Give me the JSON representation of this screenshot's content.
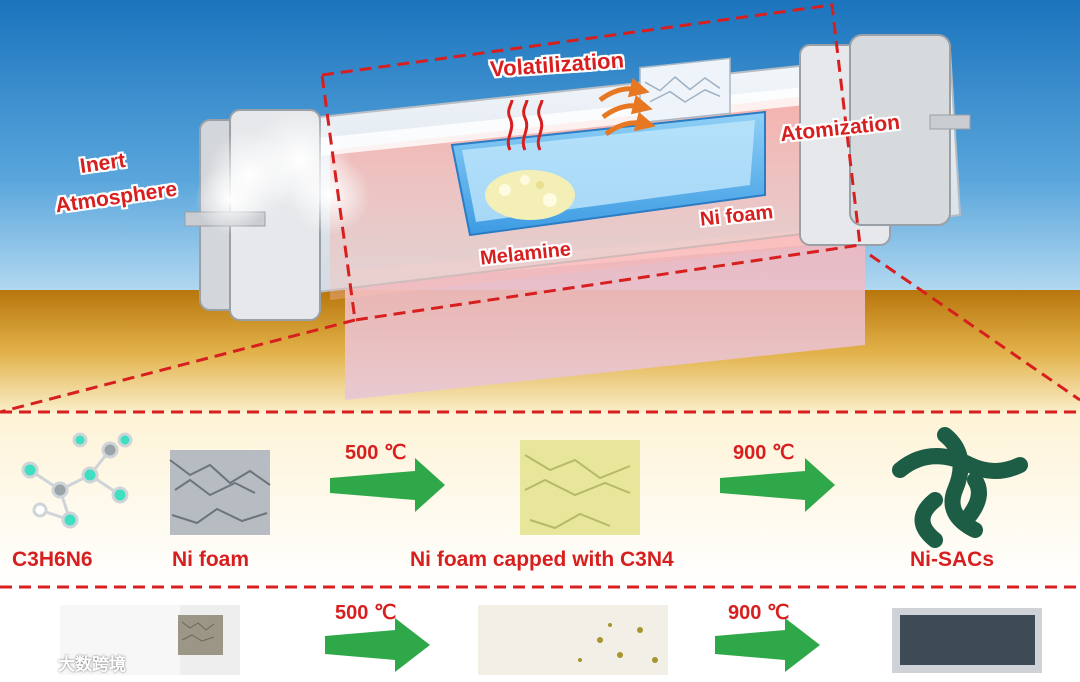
{
  "top_labels": {
    "inert_line1": "Inert",
    "inert_line2": "Atmosphere",
    "volatilization": "Volatilization",
    "atomization": "Atomization",
    "melamine": "Melamine",
    "ni_foam": "Ni foam"
  },
  "process_row": {
    "step1_label": "C3H6N6",
    "step2_label": "Ni foam",
    "temp1": "500 ℃",
    "step3_label": "Ni foam capped with C3N4",
    "temp2": "900 ℃",
    "step4_label": "Ni-SACs"
  },
  "photo_row": {
    "temp1": "500 ℃",
    "temp2": "900 ℃"
  },
  "watermark": "大数跨境",
  "colors": {
    "label_red": "#d81f1f",
    "arrow_green": "#2fa84a",
    "dashed_red": "#d81f1f",
    "sky_blue": "#1c7ec4",
    "ground_gold": "#c98a12"
  }
}
